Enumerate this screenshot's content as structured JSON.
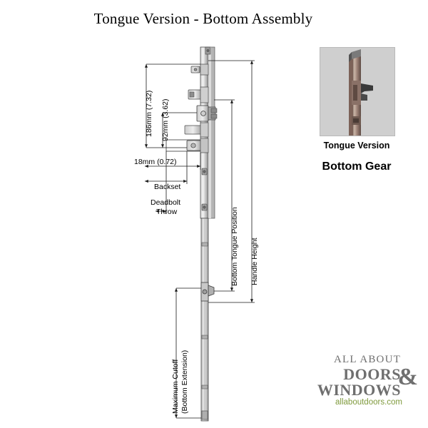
{
  "title": "Tongue Version - Bottom Assembly",
  "product": {
    "caption_line1": "Tongue Version",
    "caption_line2": "Bottom Gear",
    "image_name": "tongue-version-bottom-gear-photo"
  },
  "dimensions": {
    "height_186": "186mm (7.32)",
    "height_92": "92mm (3.62)",
    "backset_18": "18mm (0.72)"
  },
  "labels": {
    "backset": "Backset",
    "deadbolt_throw_line1": "Deadbolt",
    "deadbolt_throw_line2": "Throw",
    "bottom_tongue_position": "Bottom Tongue Position",
    "handle_height": "Handle Height",
    "maximum_cutoff_line1": "Maximum Cutoff",
    "maximum_cutoff_line2": "(Bottom Extension)"
  },
  "logo": {
    "line1": "ALL ABOUT",
    "line2": "DOORS",
    "line3": "WINDOWS",
    "ampersand": "&",
    "url": "allaboutdoors.com"
  },
  "colors": {
    "accent_green": "#7f9a3c",
    "logo_gray": "#6f6f6f",
    "line_black": "#1a1a1a",
    "metal_gray": "#9a9a9a",
    "box_gray": "#cfcfcf"
  }
}
